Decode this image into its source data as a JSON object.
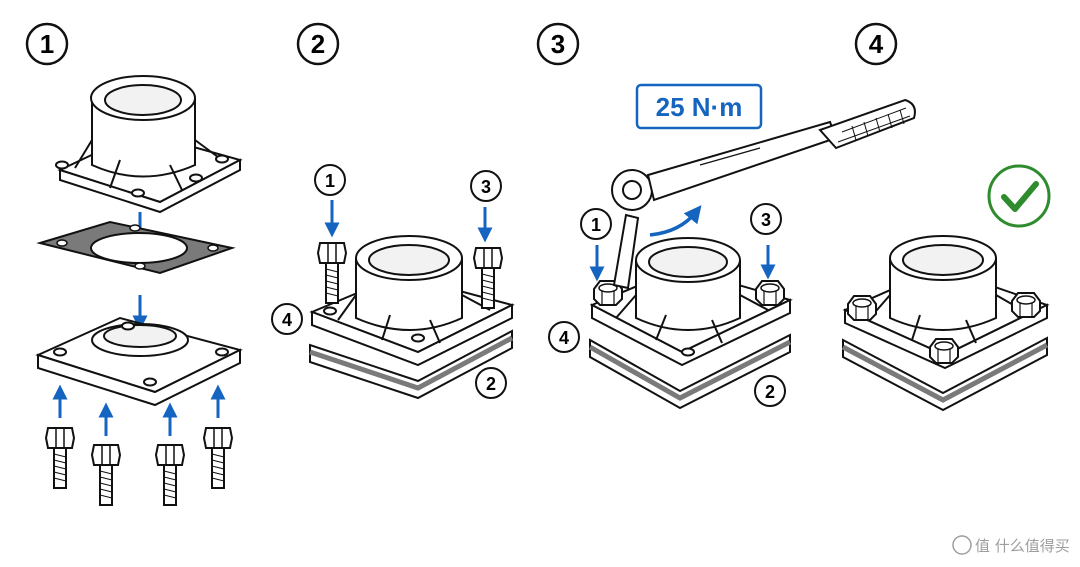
{
  "steps": [
    {
      "number": "1"
    },
    {
      "number": "2",
      "callouts": [
        "1",
        "3",
        "4",
        "2"
      ]
    },
    {
      "number": "3",
      "callouts": [
        "1",
        "3",
        "4",
        "2"
      ],
      "torque_label": "25 N·m"
    },
    {
      "number": "4",
      "status_icon": "checkmark-icon"
    }
  ],
  "watermark": {
    "text": "值 什么值得买",
    "logo_icon": "smzdm-logo-icon"
  },
  "colors": {
    "arrow_blue": "#1565c0",
    "check_green": "#2e8b2e",
    "line": "#111111",
    "gasket_fill": "#7a7a7a",
    "badge_border": "#1565c0"
  }
}
